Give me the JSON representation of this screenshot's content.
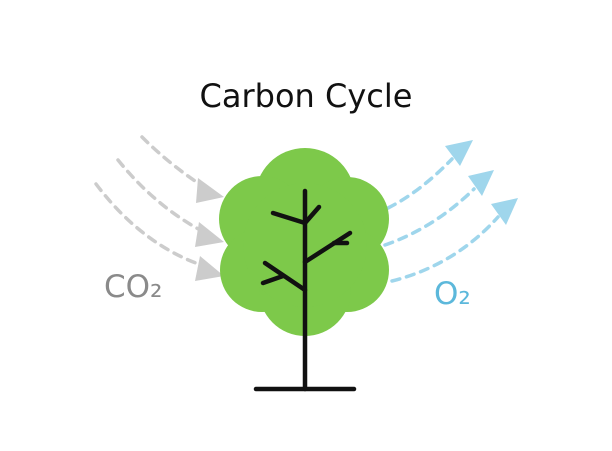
{
  "title": "Carbon Cycle",
  "inputs": {
    "label": "CO₂",
    "color": "#8a8a8a",
    "arrow_color": "#cccccc"
  },
  "outputs": {
    "label": "O₂",
    "color": "#5cb8db",
    "arrow_color": "#9fd6ec"
  },
  "tree": {
    "canopy_color": "#7dc94a",
    "trunk_color": "#111111"
  }
}
